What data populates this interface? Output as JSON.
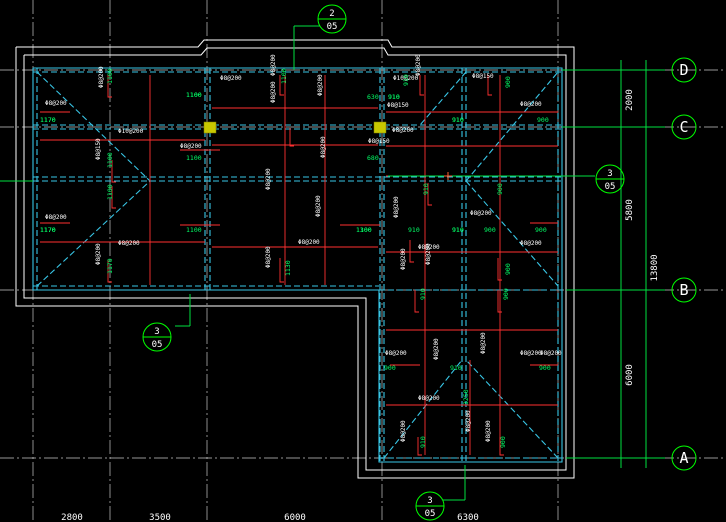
{
  "colors": {
    "background": "#000000",
    "grid": "#c8c8c8",
    "wall": "#ffffff",
    "slab_edge": "#38c6e6",
    "rebar": "#ff3030",
    "green": "#00e040",
    "bubble": "#00ff00",
    "marker": "#c8c800",
    "text": "#ffffff"
  },
  "axis_bubbles": {
    "D": "D",
    "C": "C",
    "B": "B",
    "A": "A"
  },
  "section_marks": [
    {
      "top": "2",
      "bottom": "05"
    },
    {
      "top": "3",
      "bottom": "05"
    },
    {
      "top": "3",
      "bottom": "05"
    },
    {
      "top": "3",
      "bottom": "05"
    }
  ],
  "right_dims": {
    "d_c": "2000",
    "c_b": "5800",
    "b_a": "6000",
    "total": "13800"
  },
  "bottom_dims": [
    "2800",
    "3500",
    "6000",
    "6300"
  ],
  "rebar_labels": [
    "Φ8@200",
    "Φ8@200",
    "Φ8@200",
    "Φ10@200",
    "Φ8@200",
    "Φ8@150",
    "Φ8@200",
    "Φ10@200",
    "Φ8@150",
    "Φ8@200",
    "Φ8@150",
    "Φ8@200",
    "Φ8@200",
    "Φ8@200",
    "Φ8@150",
    "Φ8@200",
    "Φ8@200",
    "Φ8@200",
    "Φ8@200",
    "Φ8@200",
    "Φ8@200",
    "Φ8@200",
    "Φ8@200",
    "Φ8@200",
    "Φ8@200",
    "Φ8@200",
    "Φ8@200",
    "Φ8@200",
    "Φ8@200",
    "Φ8@200",
    "Φ8@200",
    "Φ8@200",
    "Φ8@200",
    "Φ8@200",
    "Φ8@200",
    "Φ8@200",
    "Φ8@200",
    "Φ8@200",
    "Φ8@200"
  ],
  "span_labels": [
    "1170",
    "1170",
    "1170",
    "1100",
    "1100",
    "1100",
    "1100",
    "1100",
    "1100",
    "1100",
    "1300",
    "1100",
    "1170",
    "1170",
    "1170",
    "1130",
    "630",
    "680",
    "910",
    "910",
    "910",
    "910",
    "910",
    "910",
    "910",
    "910",
    "900",
    "900",
    "900",
    "900",
    "900",
    "910",
    "910",
    "910",
    "910",
    "900",
    "900",
    "900",
    "900",
    "900",
    "3250",
    "1100"
  ]
}
